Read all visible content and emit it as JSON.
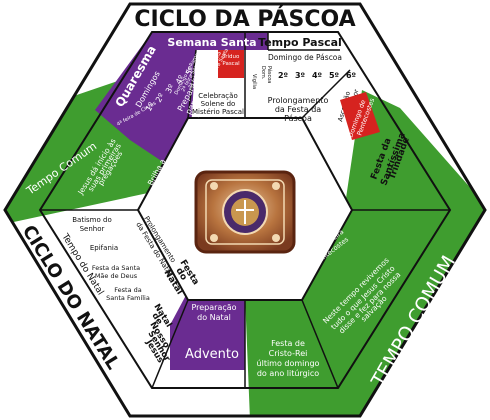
{
  "title_top": "CICLO DA PÁSCOA",
  "title_left": "CICLO DO NATAL",
  "title_right": "TEMPO COMUM",
  "colors": {
    "purple": "#6a2c91",
    "green": "#3f9d2f",
    "red": "#d6231f",
    "black": "#111111",
    "white": "#ffffff"
  },
  "pascoa": {
    "semana_santa": "Semana Santa",
    "triduo": [
      "Tríduo",
      "Pascal"
    ],
    "semana_days": [
      "6ª feira Santa",
      "5ª feira Santa",
      "4ª feira Santa",
      "3ª feira Santa",
      "2ª feira Santa",
      "Domingo de Ramos"
    ],
    "quaresma": "Quaresma",
    "domingos_label": "Domingos",
    "quaresma_sundays": [
      "1º",
      "2º",
      "3º",
      "4º",
      "5º"
    ],
    "cinzas": "4ª feira de Cinzas",
    "preparacao_pascoa": [
      "Preparação",
      "para a",
      "Páscoa"
    ],
    "celebracao": [
      "Celebração",
      "Solene do",
      "Mistério Pascal"
    ],
    "tempo_pascal": "Tempo Pascal",
    "domingo_pascoa": "Domingo de Páscoa",
    "vigilia": [
      "Vigília",
      "Pascal"
    ],
    "dom_pascoa_short": [
      "Dom.",
      "Páscoa"
    ],
    "pascal_sundays": [
      "2º",
      "3º",
      "4º",
      "5º",
      "6º"
    ],
    "ascensao": [
      "Ascenção",
      "do Senhor"
    ],
    "pentecostes": [
      "Domingo de",
      "Pentecostes"
    ],
    "prolongamento": [
      "Prolongamento",
      "da Festa da",
      "Páscoa"
    ]
  },
  "comum_left": {
    "tempo_comum": "Tempo Comum",
    "jesus_inicio": [
      "Jesus dá início às",
      "suas primeiras",
      "pregações"
    ],
    "brilha": [
      "Brilha a",
      "esperança",
      "da Salvação"
    ]
  },
  "natal": {
    "batismo": [
      "Batismo do",
      "Senhor"
    ],
    "tempo_natal": "Tempo do Natal",
    "epifania": "Epifania",
    "santa_mae": [
      "Festa da Santa",
      "Mãe de Deus"
    ],
    "sagrada_familia": [
      "Festa da",
      "Santa Família"
    ],
    "prolongamento": [
      "Prolongamento",
      "da Festa do Natal"
    ],
    "festa_natal": [
      "Festa",
      "do",
      "Natal"
    ],
    "natal_jesus": [
      "Natal",
      "de",
      "Nosso",
      "Senhor",
      "Jesus"
    ],
    "preparacao_natal": [
      "Preparação",
      "do Natal"
    ],
    "advento": "Advento"
  },
  "comum_right": {
    "trindade": [
      "Festa da",
      "Santíssima",
      "Trindade"
    ],
    "continuacao": [
      "Continuação do Tempo comum",
      "com reinicio na segunda feira",
      "após a Festa de Pentecostes"
    ],
    "neste_tempo": [
      "Neste tempo revivemos",
      "tudo o que Jesus Cristo",
      "disse e fez para nossa",
      "salvação"
    ],
    "cristo_rei": [
      "Festa de",
      "Cristo-Rei",
      "último domingo",
      "do ano litúrgico"
    ]
  }
}
